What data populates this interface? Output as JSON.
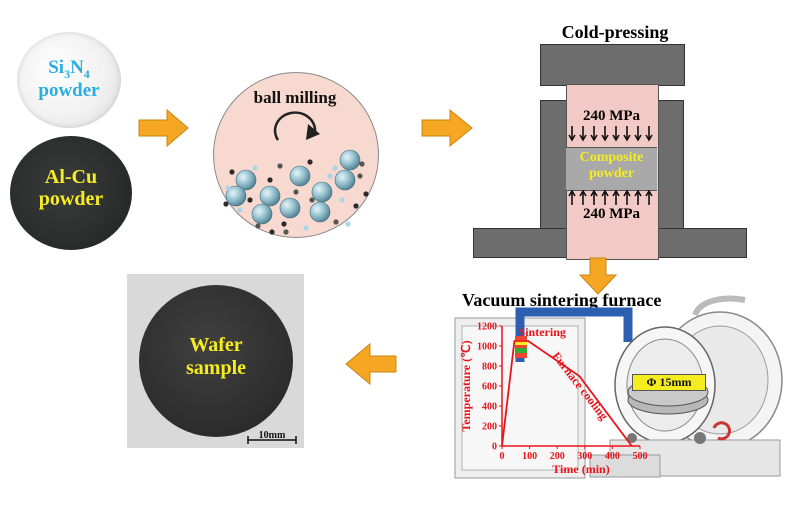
{
  "powders": {
    "si3n4_formula": {
      "base1": "Si",
      "sub1": "3",
      "base2": "N",
      "sub2": "4"
    },
    "si3n4_word": "powder",
    "alcu_line1": "Al-Cu",
    "alcu_line2": "powder"
  },
  "ball_milling": {
    "label": "ball milling"
  },
  "cold_pressing": {
    "title": "Cold-pressing",
    "top_pressure": "240 MPa",
    "bottom_pressure": "240 MPa",
    "composite_line1": "Composite",
    "composite_line2": "powder"
  },
  "furnace": {
    "title": "Vacuum sintering furnace",
    "sintering_label": "Sintering",
    "cooling_label": "Furnace cooling",
    "diameter_label": "Φ 15mm"
  },
  "wafer": {
    "line1": "Wafer",
    "line2": "sample",
    "scale_bar": "10mm"
  },
  "colors": {
    "arrow_orange": "#f5a623",
    "cyan_text": "#29aee3",
    "yellow_text": "#f6ed21",
    "red_text": "#e8141b",
    "mold_gray": "#6d6d6d",
    "pink_fill": "#f3c9c5"
  },
  "chart_data": {
    "type": "line",
    "xlabel": "Time (min)",
    "ylabel": "Temperature (℃)",
    "xlim": [
      0,
      500
    ],
    "ylim": [
      0,
      1200
    ],
    "x_ticks": [
      "0",
      "100",
      "200",
      "300",
      "400",
      "500"
    ],
    "y_ticks": [
      "0",
      "200",
      "400",
      "600",
      "800",
      "1000",
      "1200"
    ],
    "series": [
      {
        "x": [
          0,
          45,
          95,
          280,
          470
        ],
        "y": [
          0,
          1050,
          1050,
          700,
          0
        ]
      }
    ]
  }
}
